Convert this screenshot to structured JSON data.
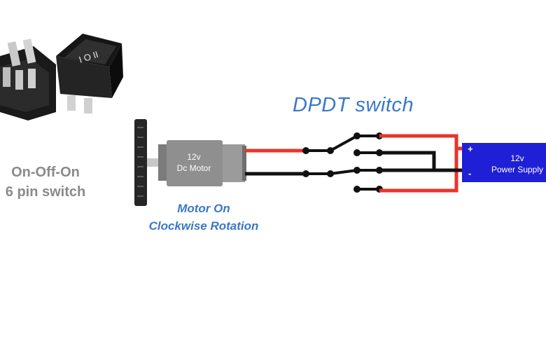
{
  "switch_photo": {
    "label_line1": "On-Off-On",
    "label_line2": "6 pin switch",
    "rocker_symbol": "I O II"
  },
  "dpdt": {
    "title": "DPDT switch"
  },
  "motor": {
    "label_line1": "12v",
    "label_line2": "Dc Motor",
    "status_line1": "Motor On",
    "status_line2": "Clockwise Rotation"
  },
  "power_supply": {
    "label_line1": "12v",
    "label_line2": "Power Supply",
    "plus": "+",
    "minus": "-"
  },
  "colors": {
    "wire_positive": "#e8342a",
    "wire_negative": "#111111",
    "power_supply_fill": "#1f1fd6",
    "motor_body": "#8f8f8f",
    "title_blue": "#3a78c9",
    "label_gray": "#8a8a8a"
  }
}
